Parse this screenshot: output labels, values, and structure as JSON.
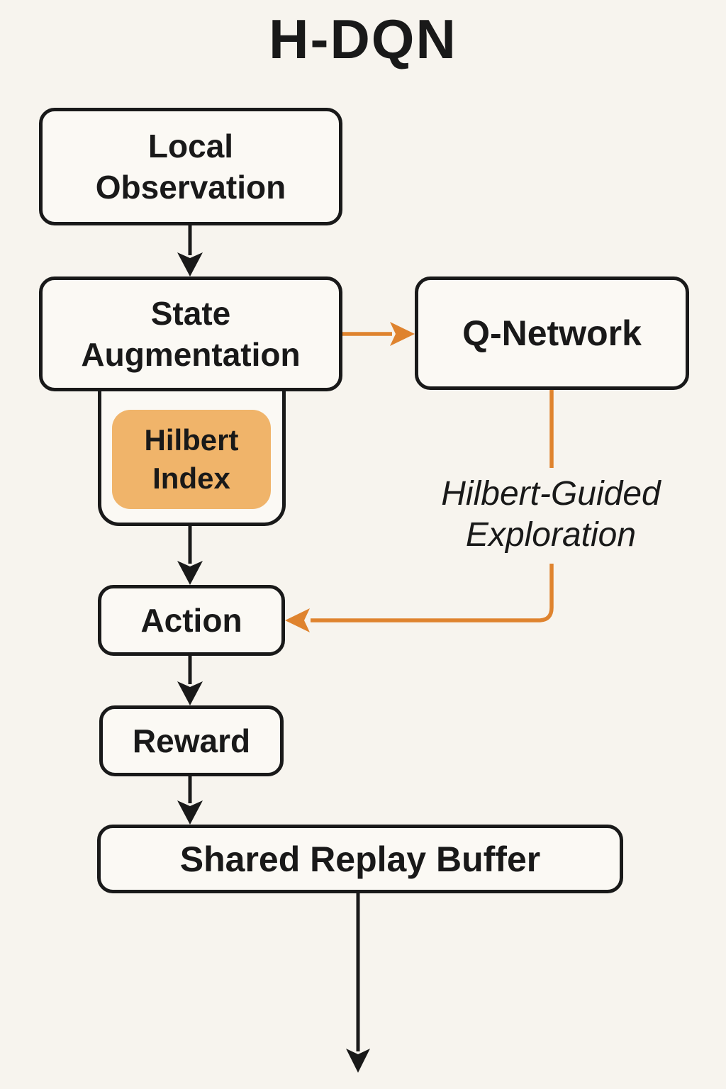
{
  "title": "H-DQN",
  "nodes": {
    "local_observation": {
      "line1": "Local",
      "line2": "Observation"
    },
    "state_augmentation": {
      "line1": "State",
      "line2": "Augmentation"
    },
    "q_network": {
      "label": "Q-Network"
    },
    "hilbert_index": {
      "line1": "Hilbert",
      "line2": "Index"
    },
    "action": {
      "label": "Action"
    },
    "reward": {
      "label": "Reward"
    },
    "shared_replay_buffer": {
      "label": "Shared Replay Buffer"
    }
  },
  "annotation": {
    "line1": "Hilbert-Guided",
    "line2": "Exploration"
  },
  "edges": [
    {
      "from": "local_observation",
      "to": "state_augmentation",
      "color": "black"
    },
    {
      "from": "state_augmentation",
      "to": "q_network",
      "color": "orange"
    },
    {
      "from": "state_augmentation",
      "to": "hilbert_index",
      "color": "black",
      "type": "containment"
    },
    {
      "from": "hilbert_index",
      "to": "action",
      "color": "black"
    },
    {
      "from": "q_network",
      "to": "action",
      "color": "orange",
      "label": "Hilbert-Guided Exploration"
    },
    {
      "from": "action",
      "to": "reward",
      "color": "black"
    },
    {
      "from": "reward",
      "to": "shared_replay_buffer",
      "color": "black"
    },
    {
      "from": "shared_replay_buffer",
      "to": "downstream",
      "color": "black"
    }
  ],
  "colors": {
    "background": "#f7f4ee",
    "node_fill": "#fbf9f4",
    "ink": "#191919",
    "highlight_fill": "#f0b46a",
    "accent_orange": "#df832e"
  }
}
